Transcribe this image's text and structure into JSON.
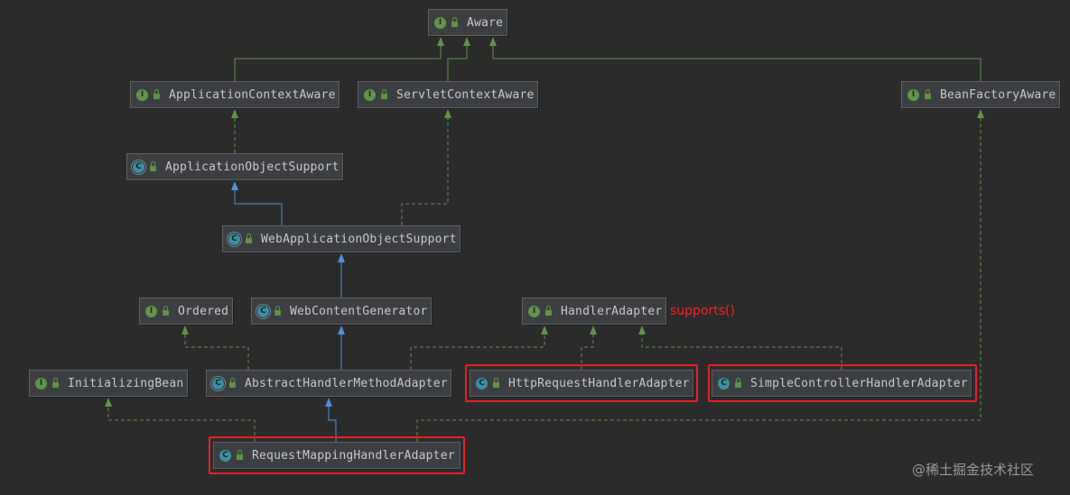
{
  "nodes": {
    "aware": {
      "label": "Aware",
      "kind": "I",
      "kind_name": "interface-icon"
    },
    "application_context_aware": {
      "label": "ApplicationContextAware",
      "kind": "I",
      "kind_name": "interface-icon"
    },
    "servlet_context_aware": {
      "label": "ServletContextAware",
      "kind": "I",
      "kind_name": "interface-icon"
    },
    "bean_factory_aware": {
      "label": "BeanFactoryAware",
      "kind": "I",
      "kind_name": "interface-icon"
    },
    "application_object_support": {
      "label": "ApplicationObjectSupport",
      "kind": "C",
      "kind_name": "abstract-class-icon"
    },
    "web_application_object_support": {
      "label": "WebApplicationObjectSupport",
      "kind": "C",
      "kind_name": "abstract-class-icon"
    },
    "ordered": {
      "label": "Ordered",
      "kind": "I",
      "kind_name": "interface-icon"
    },
    "web_content_generator": {
      "label": "WebContentGenerator",
      "kind": "C",
      "kind_name": "abstract-class-icon"
    },
    "handler_adapter": {
      "label": "HandlerAdapter",
      "kind": "I",
      "kind_name": "interface-icon"
    },
    "initializing_bean": {
      "label": "InitializingBean",
      "kind": "I",
      "kind_name": "interface-icon"
    },
    "abstract_handler_method_adapter": {
      "label": "AbstractHandlerMethodAdapter",
      "kind": "C",
      "kind_name": "abstract-class-icon"
    },
    "http_request_handler_adapter": {
      "label": "HttpRequestHandlerAdapter",
      "kind": "C",
      "kind_name": "class-icon"
    },
    "simple_controller_handler_adapter": {
      "label": "SimpleControllerHandlerAdapter",
      "kind": "C",
      "kind_name": "class-icon"
    },
    "request_mapping_handler_adapter": {
      "label": "RequestMappingHandlerAdapter",
      "kind": "C",
      "kind_name": "class-icon"
    }
  },
  "annotation": "supports()",
  "watermark": "@稀土掘金技术社区",
  "colors": {
    "background": "#2b2b2b",
    "implements_edge": "#62934b",
    "extends_edge": "#4f8fd8",
    "highlight": "#e81e25"
  }
}
